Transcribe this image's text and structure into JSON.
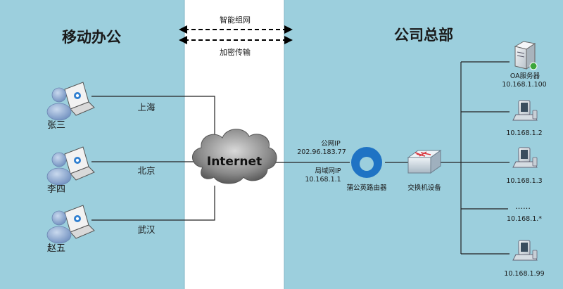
{
  "left_panel": {
    "title": "移动办公",
    "users": [
      {
        "name": "张三",
        "city": "上海"
      },
      {
        "name": "李四",
        "city": "北京"
      },
      {
        "name": "赵五",
        "city": "武汉"
      }
    ]
  },
  "middle": {
    "top_label": "智能组网",
    "bottom_label": "加密传输",
    "cloud_label": "Internet"
  },
  "right_panel": {
    "title": "公司总部",
    "public_ip_label": "公网IP",
    "public_ip": "202.96.183.77",
    "lan_ip_label": "局域网IP",
    "lan_ip": "10.168.1.1",
    "router_label": "蒲公英路由器",
    "switch_label": "交换机设备",
    "server_label": "OA服务器",
    "server_ip": "10.168.1.100",
    "clients": [
      "10.168.1.2",
      "10.168.1.3",
      "10.168.1.*",
      "10.168.1.99"
    ],
    "ellipsis": "……"
  },
  "colors": {
    "panel_bg": "#9ccfdd",
    "router_blue": "#1f73c4",
    "person": "#8ea9cf"
  }
}
